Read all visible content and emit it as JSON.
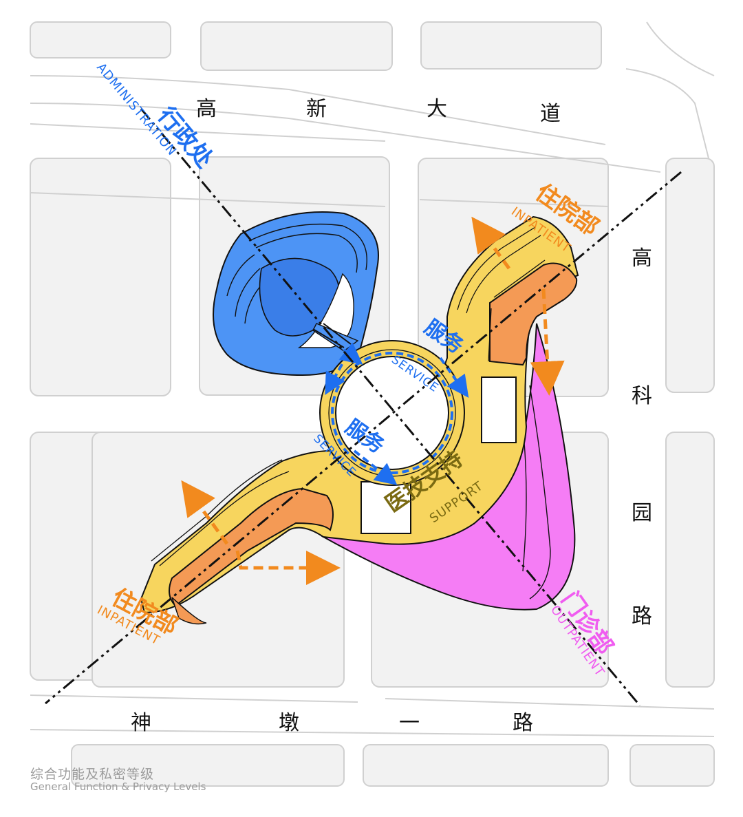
{
  "roads": {
    "north": [
      "高",
      "新",
      "大",
      "道"
    ],
    "east": [
      "高",
      "科",
      "园",
      "路"
    ],
    "south": [
      "神",
      "墩",
      "一",
      "路"
    ]
  },
  "zones": {
    "administration": {
      "cn": "行政处",
      "en": "ADMINISTRATION",
      "color": "#3b82f6"
    },
    "inpatient_ne": {
      "cn": "住院部",
      "en": "INPATIENT",
      "color": "#f28a1e"
    },
    "inpatient_sw": {
      "cn": "住院部",
      "en": "INPATIENT",
      "color": "#f28a1e"
    },
    "outpatient": {
      "cn": "门诊部",
      "en": "OUTPATIENT",
      "color": "#f05cf0"
    },
    "support": {
      "cn": "医技支持",
      "en": "SUPPORT",
      "color": "#7a6a12"
    },
    "service_a": {
      "cn": "服务",
      "en": "SERVICE",
      "color": "#1e6ff0"
    },
    "service_b": {
      "cn": "服务",
      "en": "SERVICE",
      "color": "#1e6ff0"
    }
  },
  "colors": {
    "block_fill": "#efefef",
    "block_stroke": "#cfcfcf",
    "admin_fill": "#4d94f5",
    "yellow_fill": "#f7d55e",
    "orange_fill": "#f49a55",
    "magenta_fill": "#f57df5",
    "axis": "#111111",
    "arrow_orange": "#f28a1e",
    "arrow_blue": "#1e6ff0"
  },
  "caption": {
    "cn": "综合功能及私密等级",
    "en": "General Function & Privacy Levels"
  }
}
